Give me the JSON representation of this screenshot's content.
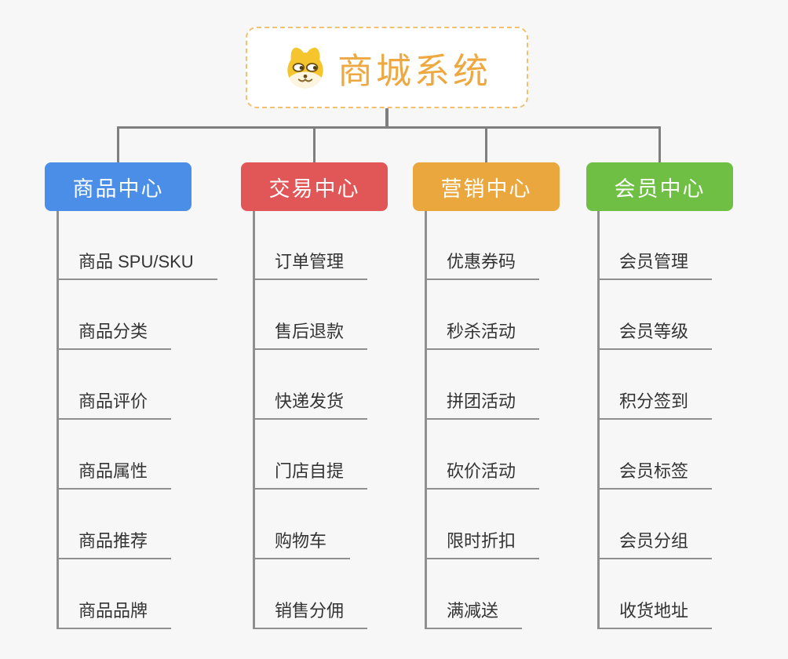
{
  "root": {
    "title": "商城系统",
    "icon": "shiba-dog-icon"
  },
  "branches": [
    {
      "label": "商品中心",
      "color": "#4a8ee8",
      "children": [
        "商品 SPU/SKU",
        "商品分类",
        "商品评价",
        "商品属性",
        "商品推荐",
        "商品品牌"
      ]
    },
    {
      "label": "交易中心",
      "color": "#e15656",
      "children": [
        "订单管理",
        "售后退款",
        "快递发货",
        "门店自提",
        "购物车",
        "销售分佣"
      ]
    },
    {
      "label": "营销中心",
      "color": "#e9a73d",
      "children": [
        "优惠券码",
        "秒杀活动",
        "拼团活动",
        "砍价活动",
        "限时折扣",
        "满减送"
      ]
    },
    {
      "label": "会员中心",
      "color": "#6fbf45",
      "children": [
        "会员管理",
        "会员等级",
        "积分签到",
        "会员标签",
        "会员分组",
        "收货地址"
      ]
    }
  ],
  "colors": {
    "background": "#f7f7f7",
    "root_border": "#f2c071",
    "root_title_text": "#eea841",
    "connector_line": "#7f7f7f",
    "leaf_underline": "#8f8f8f",
    "leaf_text": "#333333"
  }
}
